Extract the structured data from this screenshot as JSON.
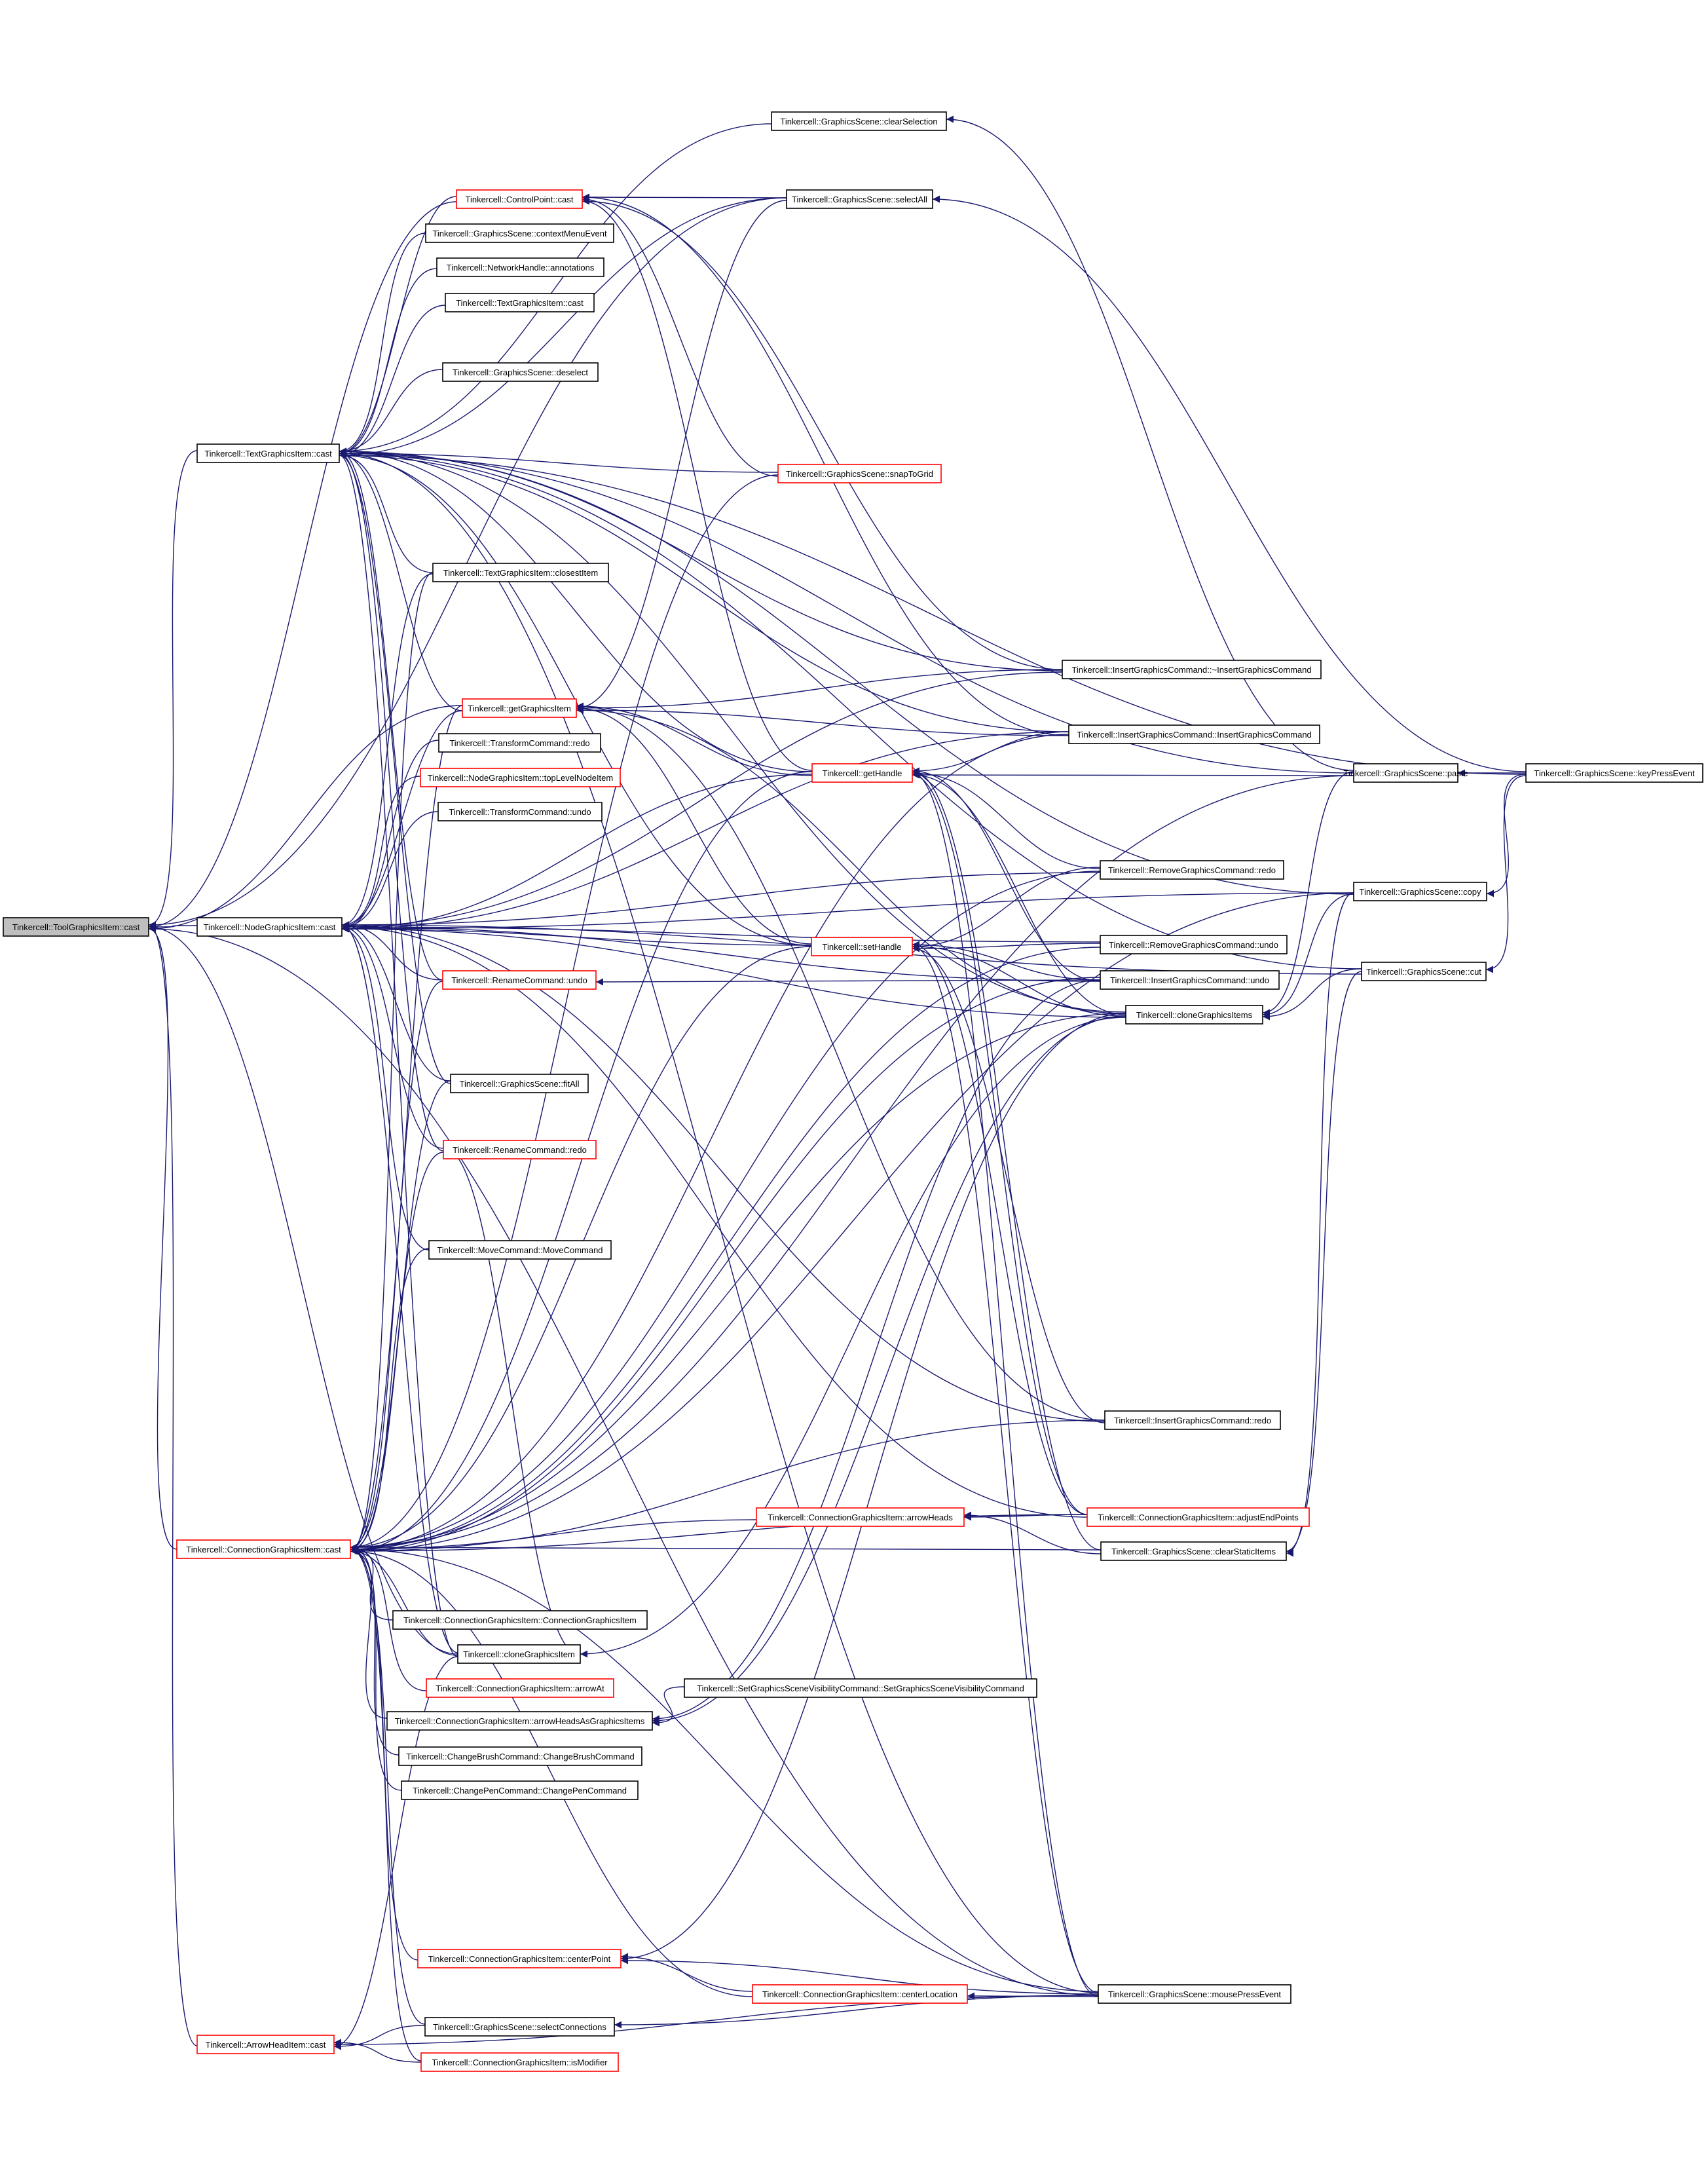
{
  "colors": {
    "edge": "#191970",
    "box_border_normal": "#000000",
    "box_border_link": "#ff0000",
    "root_fill": "#bfbfbf",
    "node_fill": "#ffffff",
    "text": "#000000"
  },
  "graph": {
    "root": "root",
    "nodes": [
      {
        "id": "root",
        "label": "Tinkercell::ToolGraphicsItem::cast",
        "style": "root"
      },
      {
        "id": "textcast",
        "label": "Tinkercell::TextGraphicsItem::cast",
        "style": "normal"
      },
      {
        "id": "nodecast",
        "label": "Tinkercell::NodeGraphicsItem::cast",
        "style": "normal"
      },
      {
        "id": "conncast",
        "label": "Tinkercell::ConnectionGraphicsItem::cast",
        "style": "link"
      },
      {
        "id": "arrowcast",
        "label": "Tinkercell::ArrowHeadItem::cast",
        "style": "link"
      },
      {
        "id": "clearsel",
        "label": "Tinkercell::GraphicsScene::clearSelection",
        "style": "normal"
      },
      {
        "id": "cpcast",
        "label": "Tinkercell::ControlPoint::cast",
        "style": "link"
      },
      {
        "id": "selectall",
        "label": "Tinkercell::GraphicsScene::selectAll",
        "style": "normal"
      },
      {
        "id": "ctxmenu",
        "label": "Tinkercell::GraphicsScene::contextMenuEvent",
        "style": "normal"
      },
      {
        "id": "annot",
        "label": "Tinkercell::NetworkHandle::annotations",
        "style": "normal"
      },
      {
        "id": "textcast2",
        "label": "Tinkercell::TextGraphicsItem::cast",
        "style": "normal"
      },
      {
        "id": "deselect",
        "label": "Tinkercell::GraphicsScene::deselect",
        "style": "normal"
      },
      {
        "id": "snap",
        "label": "Tinkercell::GraphicsScene::snapToGrid",
        "style": "link"
      },
      {
        "id": "closest",
        "label": "Tinkercell::TextGraphicsItem::closestItem",
        "style": "normal"
      },
      {
        "id": "dtorinsert",
        "label": "Tinkercell::InsertGraphicsCommand::~InsertGraphicsCommand",
        "style": "normal"
      },
      {
        "id": "getgi",
        "label": "Tinkercell::getGraphicsItem",
        "style": "link"
      },
      {
        "id": "ctorinsert",
        "label": "Tinkercell::InsertGraphicsCommand::InsertGraphicsCommand",
        "style": "normal"
      },
      {
        "id": "tfredo",
        "label": "Tinkercell::TransformCommand::redo",
        "style": "normal"
      },
      {
        "id": "gethandle",
        "label": "Tinkercell::getHandle",
        "style": "link"
      },
      {
        "id": "paste",
        "label": "Tinkercell::GraphicsScene::paste",
        "style": "normal"
      },
      {
        "id": "keypress",
        "label": "Tinkercell::GraphicsScene::keyPressEvent",
        "style": "normal"
      },
      {
        "id": "toplevel",
        "label": "Tinkercell::NodeGraphicsItem::topLevelNodeItem",
        "style": "link"
      },
      {
        "id": "tfundo",
        "label": "Tinkercell::TransformCommand::undo",
        "style": "normal"
      },
      {
        "id": "removeredo",
        "label": "Tinkercell::RemoveGraphicsCommand::redo",
        "style": "normal"
      },
      {
        "id": "copy",
        "label": "Tinkercell::GraphicsScene::copy",
        "style": "normal"
      },
      {
        "id": "sethandle",
        "label": "Tinkercell::setHandle",
        "style": "link"
      },
      {
        "id": "removeundo",
        "label": "Tinkercell::RemoveGraphicsCommand::undo",
        "style": "normal"
      },
      {
        "id": "cut",
        "label": "Tinkercell::GraphicsScene::cut",
        "style": "normal"
      },
      {
        "id": "renundo",
        "label": "Tinkercell::RenameCommand::undo",
        "style": "link"
      },
      {
        "id": "insundo",
        "label": "Tinkercell::InsertGraphicsCommand::undo",
        "style": "normal"
      },
      {
        "id": "clonegis",
        "label": "Tinkercell::cloneGraphicsItems",
        "style": "normal"
      },
      {
        "id": "fitall",
        "label": "Tinkercell::GraphicsScene::fitAll",
        "style": "normal"
      },
      {
        "id": "renredo",
        "label": "Tinkercell::RenameCommand::redo",
        "style": "link"
      },
      {
        "id": "movecmd",
        "label": "Tinkercell::MoveCommand::MoveCommand",
        "style": "normal"
      },
      {
        "id": "insredo",
        "label": "Tinkercell::InsertGraphicsCommand::redo",
        "style": "normal"
      },
      {
        "id": "arrowheads",
        "label": "Tinkercell::ConnectionGraphicsItem::arrowHeads",
        "style": "link"
      },
      {
        "id": "adjustend",
        "label": "Tinkercell::ConnectionGraphicsItem::adjustEndPoints",
        "style": "link"
      },
      {
        "id": "clearstatic",
        "label": "Tinkercell::GraphicsScene::clearStaticItems",
        "style": "normal"
      },
      {
        "id": "connctor",
        "label": "Tinkercell::ConnectionGraphicsItem::ConnectionGraphicsItem",
        "style": "normal"
      },
      {
        "id": "clonegi",
        "label": "Tinkercell::cloneGraphicsItem",
        "style": "normal"
      },
      {
        "id": "arrowat",
        "label": "Tinkercell::ConnectionGraphicsItem::arrowAt",
        "style": "link"
      },
      {
        "id": "setvis",
        "label": "Tinkercell::SetGraphicsSceneVisibilityCommand::SetGraphicsSceneVisibilityCommand",
        "style": "normal"
      },
      {
        "id": "arrowheadsgi",
        "label": "Tinkercell::ConnectionGraphicsItem::arrowHeadsAsGraphicsItems",
        "style": "normal"
      },
      {
        "id": "brushcmd",
        "label": "Tinkercell::ChangeBrushCommand::ChangeBrushCommand",
        "style": "normal"
      },
      {
        "id": "pencmd",
        "label": "Tinkercell::ChangePenCommand::ChangePenCommand",
        "style": "normal"
      },
      {
        "id": "centerpt",
        "label": "Tinkercell::ConnectionGraphicsItem::centerPoint",
        "style": "link"
      },
      {
        "id": "centerloc",
        "label": "Tinkercell::ConnectionGraphicsItem::centerLocation",
        "style": "link"
      },
      {
        "id": "mousepress",
        "label": "Tinkercell::GraphicsScene::mousePressEvent",
        "style": "normal"
      },
      {
        "id": "selconn",
        "label": "Tinkercell::GraphicsScene::selectConnections",
        "style": "normal"
      },
      {
        "id": "ismod",
        "label": "Tinkercell::ConnectionGraphicsItem::isModifier",
        "style": "link"
      }
    ],
    "edges": [
      [
        "textcast",
        "root"
      ],
      [
        "nodecast",
        "root"
      ],
      [
        "conncast",
        "root"
      ],
      [
        "arrowcast",
        "root"
      ],
      [
        "cpcast",
        "root"
      ],
      [
        "getgi",
        "root"
      ],
      [
        "selectall",
        "root"
      ],
      [
        "clonegi",
        "root"
      ],
      [
        "mousepress",
        "root"
      ],
      [
        "clearsel",
        "textcast"
      ],
      [
        "cpcast",
        "textcast"
      ],
      [
        "selectall",
        "textcast"
      ],
      [
        "ctxmenu",
        "textcast"
      ],
      [
        "annot",
        "textcast"
      ],
      [
        "textcast2",
        "textcast"
      ],
      [
        "deselect",
        "textcast"
      ],
      [
        "snap",
        "textcast"
      ],
      [
        "closest",
        "textcast"
      ],
      [
        "dtorinsert",
        "textcast"
      ],
      [
        "getgi",
        "textcast"
      ],
      [
        "ctorinsert",
        "textcast"
      ],
      [
        "gethandle",
        "textcast"
      ],
      [
        "paste",
        "textcast"
      ],
      [
        "keypress",
        "textcast"
      ],
      [
        "copy",
        "textcast"
      ],
      [
        "cut",
        "textcast"
      ],
      [
        "sethandle",
        "textcast"
      ],
      [
        "renundo",
        "textcast"
      ],
      [
        "renredo",
        "textcast"
      ],
      [
        "clonegi",
        "textcast"
      ],
      [
        "clonegis",
        "textcast"
      ],
      [
        "mousepress",
        "textcast"
      ],
      [
        "fitall",
        "textcast"
      ],
      [
        "closest",
        "nodecast"
      ],
      [
        "getgi",
        "nodecast"
      ],
      [
        "tfredo",
        "nodecast"
      ],
      [
        "toplevel",
        "nodecast"
      ],
      [
        "tfundo",
        "nodecast"
      ],
      [
        "gethandle",
        "nodecast"
      ],
      [
        "removeredo",
        "nodecast"
      ],
      [
        "removeundo",
        "nodecast"
      ],
      [
        "sethandle",
        "nodecast"
      ],
      [
        "renundo",
        "nodecast"
      ],
      [
        "insundo",
        "nodecast"
      ],
      [
        "clonegis",
        "nodecast"
      ],
      [
        "fitall",
        "nodecast"
      ],
      [
        "renredo",
        "nodecast"
      ],
      [
        "movecmd",
        "nodecast"
      ],
      [
        "insredo",
        "nodecast"
      ],
      [
        "dtorinsert",
        "nodecast"
      ],
      [
        "ctorinsert",
        "nodecast"
      ],
      [
        "clonegi",
        "nodecast"
      ],
      [
        "adjustend",
        "nodecast"
      ],
      [
        "copy",
        "nodecast"
      ],
      [
        "cut",
        "nodecast"
      ],
      [
        "getgi",
        "conncast"
      ],
      [
        "gethandle",
        "conncast"
      ],
      [
        "sethandle",
        "conncast"
      ],
      [
        "renundo",
        "conncast"
      ],
      [
        "renredo",
        "conncast"
      ],
      [
        "fitall",
        "conncast"
      ],
      [
        "movecmd",
        "conncast"
      ],
      [
        "closest",
        "conncast"
      ],
      [
        "snap",
        "conncast"
      ],
      [
        "arrowheads",
        "conncast"
      ],
      [
        "adjustend",
        "conncast"
      ],
      [
        "clearstatic",
        "conncast"
      ],
      [
        "connctor",
        "conncast"
      ],
      [
        "clonegi",
        "conncast"
      ],
      [
        "arrowat",
        "conncast"
      ],
      [
        "arrowheadsgi",
        "conncast"
      ],
      [
        "brushcmd",
        "conncast"
      ],
      [
        "pencmd",
        "conncast"
      ],
      [
        "centerpt",
        "conncast"
      ],
      [
        "centerloc",
        "conncast"
      ],
      [
        "selconn",
        "conncast"
      ],
      [
        "ismod",
        "conncast"
      ],
      [
        "insredo",
        "conncast"
      ],
      [
        "removeredo",
        "conncast"
      ],
      [
        "removeundo",
        "conncast"
      ],
      [
        "insundo",
        "conncast"
      ],
      [
        "clonegis",
        "conncast"
      ],
      [
        "ctorinsert",
        "conncast"
      ],
      [
        "copy",
        "conncast"
      ],
      [
        "paste",
        "conncast"
      ],
      [
        "mousepress",
        "conncast"
      ],
      [
        "selconn",
        "arrowcast"
      ],
      [
        "ismod",
        "arrowcast"
      ],
      [
        "mousepress",
        "arrowcast"
      ],
      [
        "clonegi",
        "arrowcast"
      ],
      [
        "paste",
        "clearsel"
      ],
      [
        "keypress",
        "selectall"
      ],
      [
        "dtorinsert",
        "cpcast"
      ],
      [
        "ctorinsert",
        "cpcast"
      ],
      [
        "snap",
        "cpcast"
      ],
      [
        "gethandle",
        "cpcast"
      ],
      [
        "selectall",
        "cpcast"
      ],
      [
        "dtorinsert",
        "getgi"
      ],
      [
        "ctorinsert",
        "getgi"
      ],
      [
        "gethandle",
        "getgi"
      ],
      [
        "sethandle",
        "getgi"
      ],
      [
        "clonegis",
        "getgi"
      ],
      [
        "insredo",
        "getgi"
      ],
      [
        "selectall",
        "getgi"
      ],
      [
        "paste",
        "gethandle"
      ],
      [
        "ctorinsert",
        "gethandle"
      ],
      [
        "removeredo",
        "gethandle"
      ],
      [
        "clonegis",
        "gethandle"
      ],
      [
        "insundo",
        "gethandle"
      ],
      [
        "mousepress",
        "gethandle"
      ],
      [
        "adjustend",
        "gethandle"
      ],
      [
        "clearstatic",
        "gethandle"
      ],
      [
        "keypress",
        "paste"
      ],
      [
        "keypress",
        "copy"
      ],
      [
        "keypress",
        "cut"
      ],
      [
        "removeredo",
        "sethandle"
      ],
      [
        "removeundo",
        "sethandle"
      ],
      [
        "insundo",
        "sethandle"
      ],
      [
        "clonegis",
        "sethandle"
      ],
      [
        "insredo",
        "sethandle"
      ],
      [
        "adjustend",
        "sethandle"
      ],
      [
        "mousepress",
        "sethandle"
      ],
      [
        "insundo",
        "renundo"
      ],
      [
        "clonegi",
        "renredo"
      ],
      [
        "copy",
        "clonegis"
      ],
      [
        "cut",
        "clonegis"
      ],
      [
        "paste",
        "clonegis"
      ],
      [
        "cut",
        "clearstatic"
      ],
      [
        "copy",
        "clearstatic"
      ],
      [
        "clearstatic",
        "arrowheads"
      ],
      [
        "adjustend",
        "arrowheads"
      ],
      [
        "setvis",
        "arrowheadsgi"
      ],
      [
        "insundo",
        "arrowheadsgi"
      ],
      [
        "clonegis",
        "arrowheadsgi"
      ],
      [
        "mousepress",
        "centerloc"
      ],
      [
        "centerloc",
        "centerpt"
      ],
      [
        "clonegis",
        "centerpt"
      ],
      [
        "mousepress",
        "centerpt"
      ],
      [
        "mousepress",
        "selconn"
      ],
      [
        "clonegis",
        "clonegi"
      ]
    ]
  }
}
